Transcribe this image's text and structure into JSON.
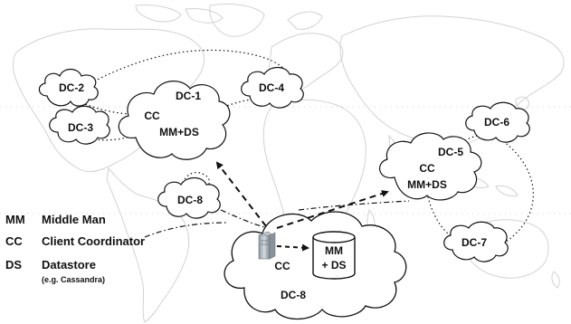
{
  "datacenters": {
    "dc1": {
      "name": "DC-1",
      "line1": "CC",
      "line2": "MM+DS"
    },
    "dc2": {
      "name": "DC-2"
    },
    "dc3": {
      "name": "DC-3"
    },
    "dc4": {
      "name": "DC-4"
    },
    "dc5": {
      "name": "DC-5",
      "line1": "CC",
      "line2": "MM+DS"
    },
    "dc6": {
      "name": "DC-6"
    },
    "dc7": {
      "name": "DC-7"
    },
    "dc8_small": {
      "name": "DC-8"
    },
    "dc8_large": {
      "name": "DC-8",
      "server_label": "CC",
      "db_line1": "MM",
      "db_line2": "+ DS"
    }
  },
  "legend": [
    {
      "abbr": "MM",
      "definition": "Middle Man"
    },
    {
      "abbr": "CC",
      "definition": "Client Coordinator"
    },
    {
      "abbr": "DS",
      "definition": "Datastore"
    }
  ],
  "legend_note": "(e.g. Cassandra)",
  "colors": {
    "stroke": "#111111",
    "map": "#d6d6d6",
    "server": "#aab3bd"
  }
}
